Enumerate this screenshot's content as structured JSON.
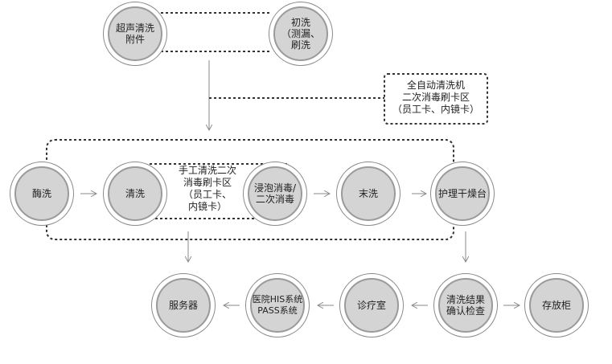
{
  "nodes": {
    "ultrasonic": "超声清洗\n附件",
    "initial_wash": "初洗\n（测漏、\n刷洗",
    "enzyme_wash": "酶洗",
    "rinse": "清洗",
    "soak_disinfect": "浸泡消毒/\n二次消毒",
    "final_rinse": "末洗",
    "care_dry": "护理干燥台",
    "server": "服务器",
    "his_pass": "医院HIS系统\nPASS系统",
    "clinic": "诊疗室",
    "confirm_check": "清洗结果\n确认检查",
    "storage": "存放柜"
  },
  "annotations": {
    "auto_washer": "全自动清洗机\n二次消毒刷卡区\n（员工卡、内镜卡）",
    "manual_wash": "手工清洗二次\n消毒刷卡区\n（员工卡、\n内镜卡）"
  },
  "colors": {
    "node_fill": "#d4d4d4",
    "node_ring": "#9a9a9a",
    "line": "#333333",
    "arrow": "#888888"
  }
}
